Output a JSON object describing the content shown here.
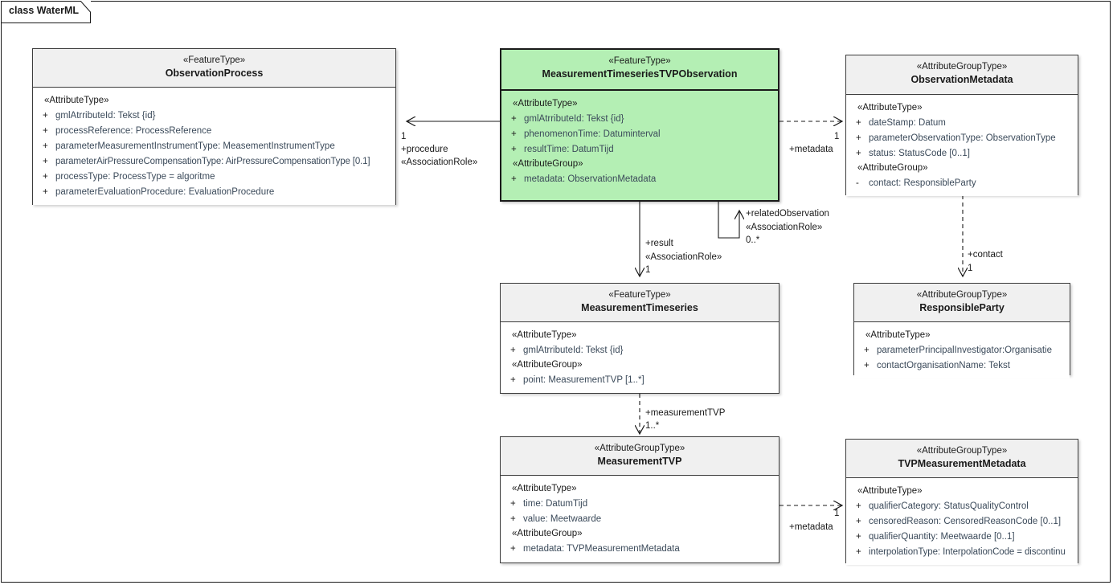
{
  "diagram": {
    "frame_label": "class WaterML",
    "accent_color": "#b4efb4",
    "header_color": "#f0f0f0",
    "border_color": "#3c3c3c",
    "attribute_text_color": "#3b4a5a"
  },
  "classes": [
    {
      "id": "observation-process",
      "stereotype": "«FeatureType»",
      "name": "ObservationProcess",
      "sections": [
        {
          "group": "«AttributeType»",
          "attributes": [
            {
              "vis": "+",
              "text": "gmlAtrributeId: Tekst {id}"
            },
            {
              "vis": "+",
              "text": "processReference: ProcessReference"
            },
            {
              "vis": "+",
              "text": "parameterMeasurementInstrumentType: MeasementInstrumentType"
            },
            {
              "vis": "+",
              "text": "parameterAirPressureCompensationType: AirPressureCompensationType [0.1]"
            },
            {
              "vis": "+",
              "text": "processType: ProcessType = algoritme"
            },
            {
              "vis": "+",
              "text": "parameterEvaluationProcedure: EvaluationProcedure"
            }
          ]
        }
      ]
    },
    {
      "id": "measurement-timeseries-tvp-observation",
      "stereotype": "«FeatureType»",
      "name": "MeasurementTimeseriesTVPObservation",
      "sections": [
        {
          "group": "«AttributeType»",
          "attributes": [
            {
              "vis": "+",
              "text": "gmlAtrributeId: Tekst {id}"
            },
            {
              "vis": "+",
              "text": "phenomenonTime: Datuminterval"
            },
            {
              "vis": "+",
              "text": "resultTime: DatumTijd"
            }
          ]
        },
        {
          "group": "«AttributeGroup»",
          "attributes": [
            {
              "vis": "+",
              "text": "metadata: ObservationMetadata"
            }
          ]
        }
      ]
    },
    {
      "id": "observation-metadata",
      "stereotype": "«AttributeGroupType»",
      "name": "ObservationMetadata",
      "sections": [
        {
          "group": "«AttributeType»",
          "attributes": [
            {
              "vis": "+",
              "text": "dateStamp: Datum"
            },
            {
              "vis": "+",
              "text": "parameterObservationType: ObservationType"
            },
            {
              "vis": "+",
              "text": "status: StatusCode [0..1]"
            }
          ]
        },
        {
          "group": "«AttributeGroup»",
          "attributes": [
            {
              "vis": "-",
              "text": "contact: ResponsibleParty"
            }
          ]
        }
      ]
    },
    {
      "id": "measurement-timeseries",
      "stereotype": "«FeatureType»",
      "name": "MeasurementTimeseries",
      "sections": [
        {
          "group": "«AttributeType»",
          "attributes": [
            {
              "vis": "+",
              "text": "gmlAtrributeId: Tekst {id}"
            }
          ]
        },
        {
          "group": "«AttributeGroup»",
          "attributes": [
            {
              "vis": "+",
              "text": "point: MeasurementTVP [1..*]"
            }
          ]
        }
      ]
    },
    {
      "id": "responsible-party",
      "stereotype": "«AttributeGroupType»",
      "name": "ResponsibleParty",
      "sections": [
        {
          "group": "«AttributeType»",
          "attributes": [
            {
              "vis": "+",
              "text": "parameterPrincipalInvestigator:Organisatie"
            },
            {
              "vis": "+",
              "text": "contactOrganisationName: Tekst"
            }
          ]
        }
      ]
    },
    {
      "id": "measurement-tvp",
      "stereotype": "«AttributeGroupType»",
      "name": "MeasurementTVP",
      "sections": [
        {
          "group": "«AttributeType»",
          "attributes": [
            {
              "vis": "+",
              "text": "time: DatumTijd"
            },
            {
              "vis": "+",
              "text": "value: Meetwaarde"
            }
          ]
        },
        {
          "group": "«AttributeGroup»",
          "attributes": [
            {
              "vis": "+",
              "text": "metadata: TVPMeasurementMetadata"
            }
          ]
        }
      ]
    },
    {
      "id": "tvp-measurement-metadata",
      "stereotype": "«AttributeGroupType»",
      "name": "TVPMeasurementMetadata",
      "sections": [
        {
          "group": "«AttributeType»",
          "attributes": [
            {
              "vis": "+",
              "text": "qualifierCategory: StatusQualityControl"
            },
            {
              "vis": "+",
              "text": "censoredReason: CensoredReasonCode [0..1]"
            },
            {
              "vis": "+",
              "text": "qualifierQuantity: Meetwaarde [0..1]"
            },
            {
              "vis": "+",
              "text": "interpolationType: InterpolationCode = discontinu"
            }
          ]
        }
      ]
    }
  ],
  "connectors": [
    {
      "id": "procedure",
      "from": "measurement-timeseries-tvp-observation",
      "to": "observation-process",
      "line": "solid",
      "arrow": "open",
      "labels": {
        "multiplicity": "1",
        "role": "+procedure",
        "stereotype": "«AssociationRole»"
      }
    },
    {
      "id": "metadata-observation",
      "from": "measurement-timeseries-tvp-observation",
      "to": "observation-metadata",
      "line": "dashed",
      "arrow": "open",
      "labels": {
        "multiplicity": "1",
        "role": "+metadata",
        "stereotype": ""
      }
    },
    {
      "id": "related-observation",
      "from": "measurement-timeseries-tvp-observation",
      "to": "measurement-timeseries-tvp-observation",
      "line": "solid",
      "arrow": "open",
      "labels": {
        "role": "+relatedObservation",
        "stereotype": "«AssociationRole»",
        "multiplicity": "0..*"
      }
    },
    {
      "id": "result",
      "from": "measurement-timeseries-tvp-observation",
      "to": "measurement-timeseries",
      "line": "solid",
      "arrow": "open",
      "labels": {
        "role": "+result",
        "stereotype": "«AssociationRole»",
        "multiplicity": "1"
      }
    },
    {
      "id": "contact",
      "from": "observation-metadata",
      "to": "responsible-party",
      "line": "dashed",
      "arrow": "open",
      "labels": {
        "role": "+contact",
        "multiplicity": "1",
        "stereotype": ""
      }
    },
    {
      "id": "measurement-tvp-link",
      "from": "measurement-timeseries",
      "to": "measurement-tvp",
      "line": "dashed",
      "arrow": "open",
      "labels": {
        "role": "+measurementTVP",
        "multiplicity": "1..*",
        "stereotype": ""
      }
    },
    {
      "id": "metadata-tvp",
      "from": "measurement-tvp",
      "to": "tvp-measurement-metadata",
      "line": "dashed",
      "arrow": "open",
      "labels": {
        "multiplicity": "1",
        "role": "+metadata",
        "stereotype": ""
      }
    }
  ],
  "connector_labels": {
    "procedure_mult": "1",
    "procedure_role": "+procedure",
    "procedure_stereo": "«AssociationRole»",
    "metadata_obs_mult": "1",
    "metadata_obs_role": "+metadata",
    "related_role": "+relatedObservation",
    "related_stereo": "«AssociationRole»",
    "related_mult": "0..*",
    "result_role": "+result",
    "result_stereo": "«AssociationRole»",
    "result_mult": "1",
    "contact_role": "+contact",
    "contact_mult": "1",
    "mtvp_role": "+measurementTVP",
    "mtvp_mult": "1..*",
    "metadata_tvp_mult": "1",
    "metadata_tvp_role": "+metadata"
  }
}
